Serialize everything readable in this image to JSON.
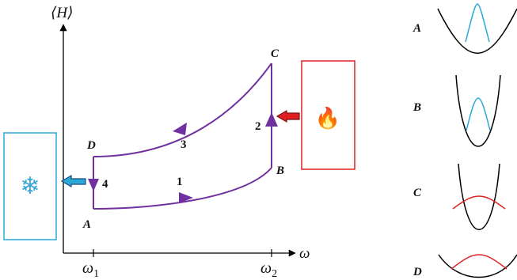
{
  "axes": {
    "y_label": "⟨H⟩",
    "x_label": "ω",
    "x_ticks": [
      {
        "main": "ω",
        "sub": "1"
      },
      {
        "main": "ω",
        "sub": "2"
      }
    ]
  },
  "cycle": {
    "corners": [
      "A",
      "B",
      "C",
      "D"
    ],
    "strokes": [
      "1",
      "2",
      "3",
      "4"
    ],
    "line_color": "#7030a0"
  },
  "reservoirs": {
    "cold": {
      "icon": "snowflake-icon",
      "glyph": "❄",
      "color": "#2aa9d8"
    },
    "hot": {
      "icon": "fire-icon",
      "glyph": "🔥",
      "color": "#e02020"
    }
  },
  "panels": {
    "labels": [
      "A",
      "B",
      "C",
      "D"
    ],
    "colors": {
      "potential": "#000000",
      "state_cold": "#2aa9d8",
      "state_hot": "#e02020"
    }
  }
}
